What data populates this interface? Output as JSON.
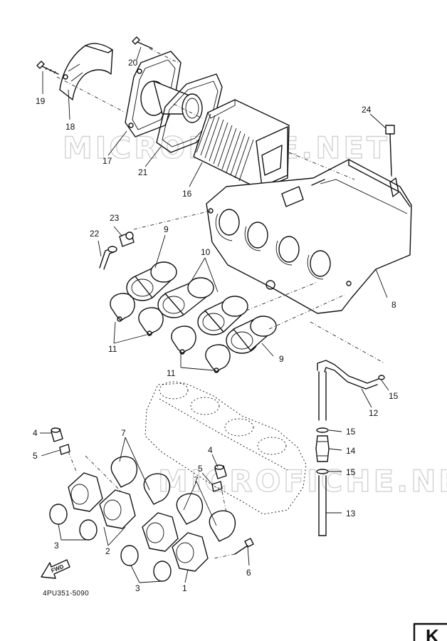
{
  "watermarks": [
    "MICROFICHE.NET",
    "MICROFICHE.NET"
  ],
  "diagram_code": "4PU351-5090",
  "fwd_label": "FWD",
  "corner_text": "K",
  "callouts": {
    "c1": "1",
    "c2": "2",
    "c3a": "3",
    "c3b": "3",
    "c4a": "4",
    "c4b": "4",
    "c5a": "5",
    "c5b": "5",
    "c6": "6",
    "c7a": "7",
    "c7b": "7",
    "c8": "8",
    "c9a": "9",
    "c9b": "9",
    "c10": "10",
    "c11a": "11",
    "c11b": "11",
    "c12": "12",
    "c13": "13",
    "c14": "14",
    "c15a": "15",
    "c15b": "15",
    "c15c": "15",
    "c16": "16",
    "c17": "17",
    "c18": "18",
    "c19": "19",
    "c20": "20",
    "c21": "21",
    "c22": "22",
    "c23": "23",
    "c24": "24"
  }
}
